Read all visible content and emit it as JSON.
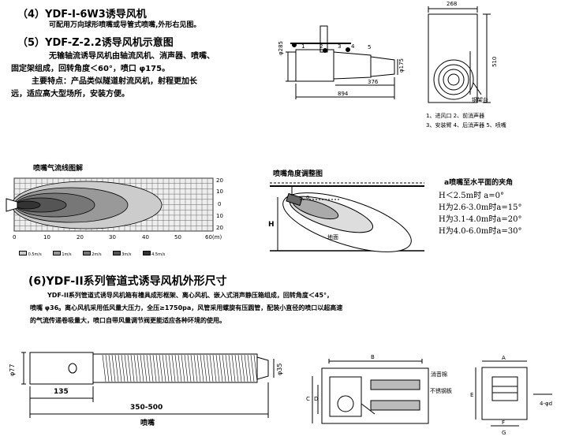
{
  "s4": {
    "title": "（4）YDF-I-6W3诱导风机",
    "desc": "可配用万向球形喷嘴或导管式喷嘴,外形右见图。"
  },
  "s5": {
    "title": "（5）YDF-Z-2.2诱导风机示意图",
    "p1": "无输轴流诱导风机由轴流风机、消声器、喷嘴、",
    "p2": "固定架组成，回转角度＜60°，喷口 φ175。",
    "p3": "主要特点：产品类似隧道射流风机，射程更加长",
    "p4": "远，适应高大型场所，安装方便。"
  },
  "fig1": {
    "d_h": "φ285",
    "d_out": "φ175",
    "len_total": "894",
    "len_nozzle": "376"
  },
  "fig2": {
    "w_top": "268",
    "h_side": "510",
    "label_base": "钢架台",
    "legend1": "1、进风口  2、前消声器",
    "legend2": "3、安装臂  4、后消声器  5、喷嘴"
  },
  "flow": {
    "title": "喷嘴气流线图解",
    "x_ticks": [
      "0",
      "10",
      "20",
      "30",
      "40",
      "50",
      "60(m)"
    ],
    "y_ticks": [
      "20",
      "10",
      "0",
      "10",
      "20"
    ],
    "legend": [
      "0.5m/s",
      "1m/s",
      "2m/s",
      "3m/s",
      "4.5m/s"
    ]
  },
  "angle": {
    "title": "喷嘴角度调整图",
    "h_label": "H",
    "a_label": "a",
    "floor_label": "地面",
    "rules_title": "a喷嘴至水平面的夹角",
    "rules": [
      "H＜2.5m时   a=0°",
      "H为2.6-3.0m时a=15°",
      "H为3.1-4.0m时a=20°",
      "H为4.0-6.0m时a=30°"
    ]
  },
  "s6": {
    "title": "(6)YDF-II系列管道式诱导风机外形尺寸",
    "p1": "YDF-II系列管道式诱导风机箱有槽具成形框架、离心风机、嵌入式消声静压箱组成，回转角度＜45°，",
    "p2": "喷嘴 φ36。离心风机采用低风量大压力，全压≥1750pa，风管采用螺旋有压圆管，配装小直径的喷口以超高速",
    "p3": "的气流传递卷吸量大，喷口自带风量调节阀更能适应各种环境的使用。"
  },
  "fig3": {
    "d_left": "φ77",
    "d_right": "φ35",
    "len_a": "135",
    "len_total": "350-500",
    "label": "喷嘴"
  },
  "fig4": {
    "B": "B",
    "C": "C",
    "D": "D",
    "label_1": "消音棉",
    "label_2": "不锈钢板"
  },
  "fig5": {
    "A": "A",
    "E": "E",
    "F": "F",
    "G": "G",
    "dia": "4-φd"
  }
}
